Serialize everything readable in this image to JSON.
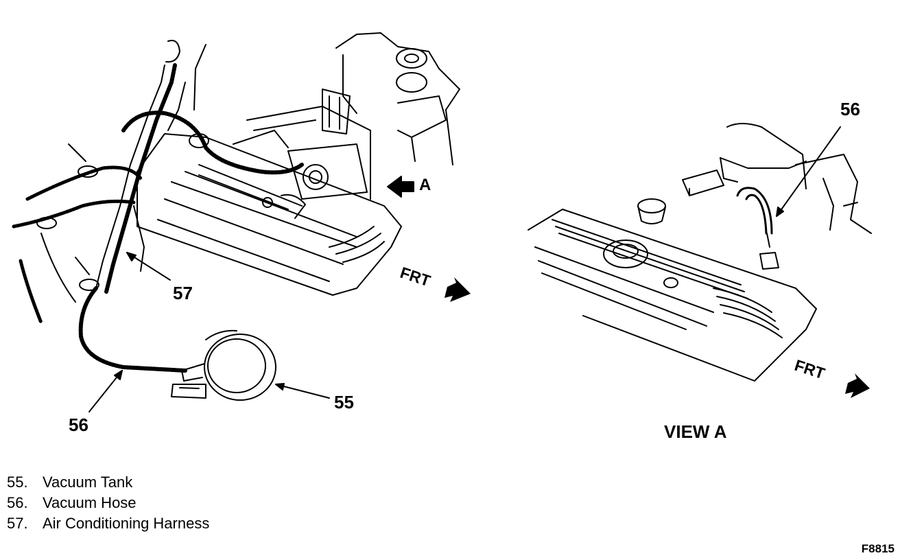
{
  "callouts": {
    "c57": "57",
    "c56_left": "56",
    "c55": "55",
    "c56_view": "56",
    "view_a_arrow": "A",
    "frt_left": "FRT",
    "frt_right": "FRT"
  },
  "view_title": "VIEW A",
  "legend": [
    {
      "num": "55.",
      "text": "Vacuum Tank"
    },
    {
      "num": "56.",
      "text": "Vacuum Hose"
    },
    {
      "num": "57.",
      "text": "Air Conditioning Harness"
    }
  ],
  "figure_id": "F8815"
}
